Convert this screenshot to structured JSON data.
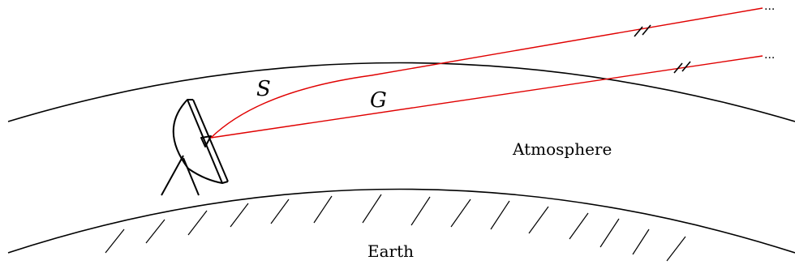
{
  "labels": {
    "path_s": "S",
    "path_g": "G",
    "atmosphere": "Atmosphere",
    "earth": "Earth",
    "continuation": "..."
  },
  "colors": {
    "ray": "#e00000",
    "outline": "#000000",
    "background": "#ffffff"
  }
}
